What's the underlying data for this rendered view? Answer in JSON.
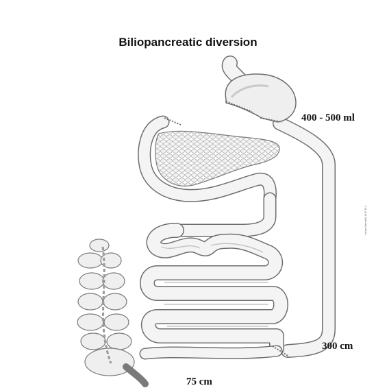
{
  "title": "Biliopancreatic diversion",
  "labels": {
    "stomach_volume": "400 - 500 ml",
    "alimentary_limb": "300 cm",
    "common_channel": "75 cm"
  },
  "credit": "Laura Wendell, AUF B-1"
}
